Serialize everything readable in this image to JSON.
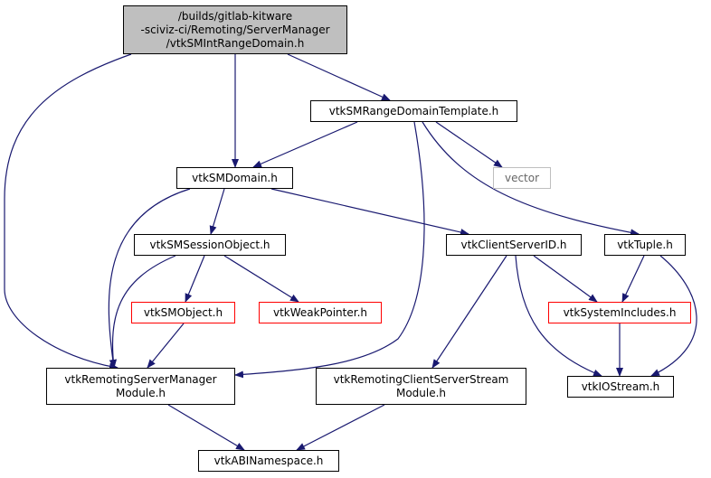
{
  "colors": {
    "edge": "#191970",
    "root_fill": "#bfbfbf",
    "missing_border": "#ff0000",
    "system_border": "#bfbfbf"
  },
  "nodes": {
    "root": {
      "lines": [
        "/builds/gitlab-kitware",
        "-sciviz-ci/Remoting/ServerManager",
        "/vtkSMIntRangeDomain.h"
      ]
    },
    "range_template": {
      "lines": [
        "vtkSMRangeDomainTemplate.h"
      ]
    },
    "domain": {
      "lines": [
        "vtkSMDomain.h"
      ]
    },
    "vector": {
      "lines": [
        "vector"
      ]
    },
    "session_object": {
      "lines": [
        "vtkSMSessionObject.h"
      ]
    },
    "client_server_id": {
      "lines": [
        "vtkClientServerID.h"
      ]
    },
    "tuple": {
      "lines": [
        "vtkTuple.h"
      ]
    },
    "sm_object": {
      "lines": [
        "vtkSMObject.h"
      ]
    },
    "weak_pointer": {
      "lines": [
        "vtkWeakPointer.h"
      ]
    },
    "system_includes": {
      "lines": [
        "vtkSystemIncludes.h"
      ]
    },
    "remoting_sm_module": {
      "lines": [
        "vtkRemotingServerManager",
        "Module.h"
      ]
    },
    "remoting_cs_stream": {
      "lines": [
        "vtkRemotingClientServerStream",
        "Module.h"
      ]
    },
    "iostream": {
      "lines": [
        "vtkIOStream.h"
      ]
    },
    "abi_namespace": {
      "lines": [
        "vtkABINamespace.h"
      ]
    }
  }
}
